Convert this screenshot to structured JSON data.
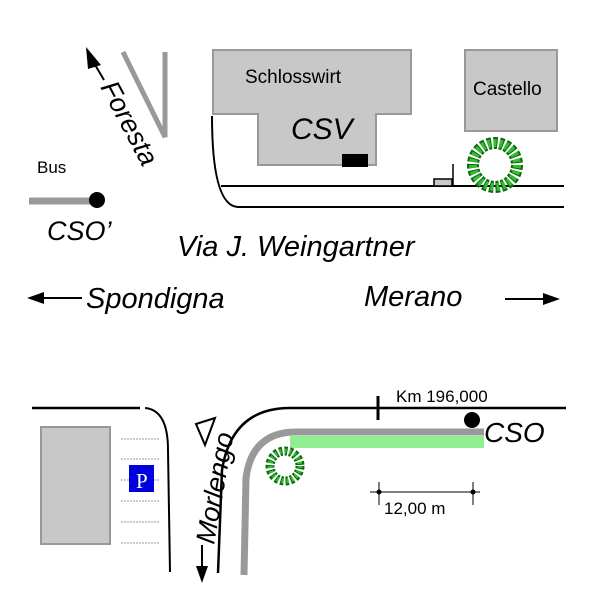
{
  "colors": {
    "building": "#c8c8c8",
    "building_edge": "#999999",
    "road_edge": "#000000",
    "grey_path": "#999999",
    "green_strip": "#90ee90",
    "tree": "#2e9e2e",
    "tree_dark": "#0a6a0a",
    "parking": "#0000dd"
  },
  "labels": {
    "foresta": "Foresta",
    "bus": "Bus",
    "cso_prime": "CSO’",
    "schlosswirt": "Schlosswirt",
    "csv": "CSV",
    "castello": "Castello",
    "street": "Via J. Weingartner",
    "spondigna": "Spondigna",
    "merano": "Merano",
    "morlengo": "Morlengo",
    "km": "Km 196,000",
    "cso": "CSO",
    "distance": "12,00 m",
    "parking": "P"
  },
  "icons": {
    "arrow_left": "arrow-left-icon",
    "arrow_right": "arrow-right-icon",
    "arrow_foresta": "arrow-up-left-icon",
    "arrow_morlengo": "arrow-down-icon",
    "yield": "yield-triangle-icon",
    "parking": "parking-icon",
    "tree": "tree-icon",
    "stop_marker": "stop-dot-icon"
  }
}
